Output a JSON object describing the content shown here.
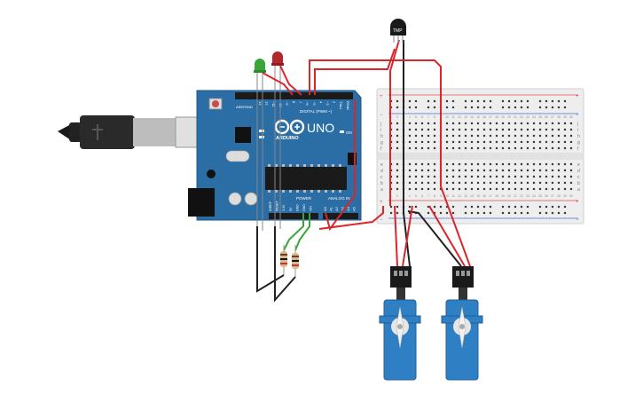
{
  "board": {
    "logo": "UNO",
    "brand": "ARDUINO",
    "digital_label": "DIGITAL (PWM ~)",
    "on_label": "ON",
    "aref_label": "AREF",
    "gnd_label": "GND",
    "power_label": "POWER",
    "analog_label": "ANALOG IN",
    "power_pins": [
      "IOREF",
      "RESET",
      "3.3V",
      "5V",
      "GND",
      "GND",
      "VIN"
    ],
    "analog_pins": [
      "A0",
      "A1",
      "A2",
      "A3",
      "A4",
      "A5"
    ],
    "digital_pins": [
      "13",
      "12",
      "~11",
      "~10",
      "~9",
      "8",
      "7",
      "~6",
      "~5",
      "4",
      "~3",
      "2",
      "TX▸1",
      "RX◂0"
    ]
  },
  "sensor": {
    "label": "TMP"
  },
  "breadboard": {
    "plus": "+",
    "minus": "−",
    "top_rows": [
      "j",
      "i",
      "h",
      "g",
      "f"
    ],
    "bottom_rows": [
      "e",
      "d",
      "c",
      "b",
      "a"
    ],
    "columns": [
      "1",
      "2",
      "3",
      "4",
      "5",
      "6",
      "7",
      "8",
      "9",
      "10",
      "11",
      "12",
      "13",
      "14",
      "15",
      "16",
      "17",
      "18",
      "19",
      "20",
      "21",
      "22",
      "23",
      "24",
      "25",
      "26",
      "27",
      "28",
      "29",
      "30"
    ]
  },
  "colors": {
    "board": "#2b6ea6",
    "board_dark": "#1f5687",
    "wire_red": "#d9262b",
    "wire_black": "#222222",
    "wire_green": "#3aa63a",
    "servo": "#2f7fc4",
    "breadboard": "#eeeeee",
    "rail_red": "#e05050",
    "rail_blue": "#4a6fd1"
  }
}
